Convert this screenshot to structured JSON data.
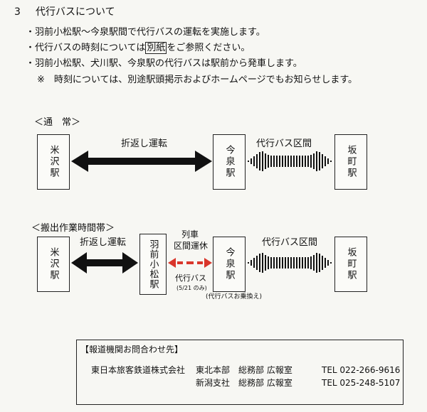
{
  "section": {
    "number": "3",
    "title": "代行バスについて",
    "bullets": [
      "・羽前小松駅～今泉駅間で代行バスの運転を実施します。",
      "・羽前小松駅、犬川駅、今泉駅の代行バスは駅前から発車します。"
    ],
    "bullet2": {
      "before": "・代行バスの時刻については",
      "boxed": "別紙",
      "after": "をご参照ください。"
    },
    "note": "※　時刻については、別途駅頭掲示およびホームページでもお知らせします。"
  },
  "diagram_normal": {
    "label": "＜通　常＞",
    "station_left": "米沢駅",
    "station_middle": "今泉駅",
    "station_right": "坂町駅",
    "arrow_left_label": "折返し運転",
    "arrow_right_label": "代行バス区間"
  },
  "diagram_work": {
    "label": "＜搬出作業時間帯＞",
    "station_left": "米沢駅",
    "station_komatsu": "羽前小松駅",
    "station_middle": "今泉駅",
    "station_right": "坂町駅",
    "arrow_left_label": "折返し運転",
    "suspension_label_1": "列車",
    "suspension_label_2": "区間運休",
    "bus_label": "代行バス",
    "bus_date": "(5/21 のみ)",
    "transfer_note": "(代行バスお乗換え)",
    "arrow_right_label": "代行バス区間",
    "red_arrow_color": "#d9362b"
  },
  "contact": {
    "header": "【報道機関お問合わせ先】",
    "company": "東日本旅客鉄道株式会社",
    "rows": [
      {
        "dept": "東北本部　総務部 広報室",
        "tel": "TEL 022-266-9616"
      },
      {
        "dept": "新潟支社　総務部 広報室",
        "tel": "TEL 025-248-5107"
      }
    ]
  }
}
